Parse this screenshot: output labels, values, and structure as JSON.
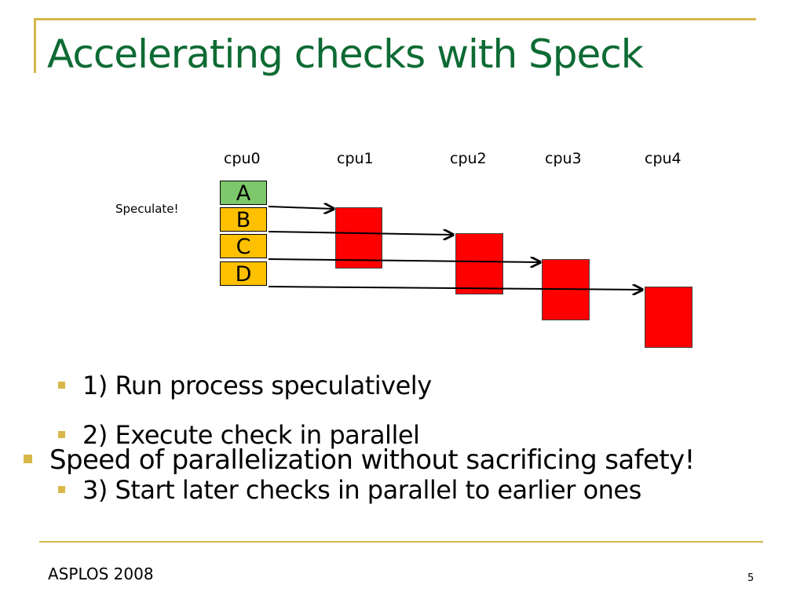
{
  "slide": {
    "title": "Accelerating checks with Speck",
    "footer": "ASPLOS 2008",
    "page_number": "5"
  },
  "diagram": {
    "cpus": [
      "cpu0",
      "cpu1",
      "cpu2",
      "cpu3",
      "cpu4"
    ],
    "speculate_label": "Speculate!",
    "segments": [
      "A",
      "B",
      "C",
      "D"
    ],
    "colors": {
      "segment_a": "#7cc86a",
      "segment_other": "#ffc000",
      "check_box": "#ff0000",
      "title": "#0d6b33",
      "accent": "#d8b74a"
    }
  },
  "bullets": {
    "sub": [
      "1) Run process speculatively",
      "2) Execute check in parallel",
      "3) Start later checks in parallel to earlier ones"
    ],
    "main": "Speed of parallelization without sacrificing safety!"
  }
}
